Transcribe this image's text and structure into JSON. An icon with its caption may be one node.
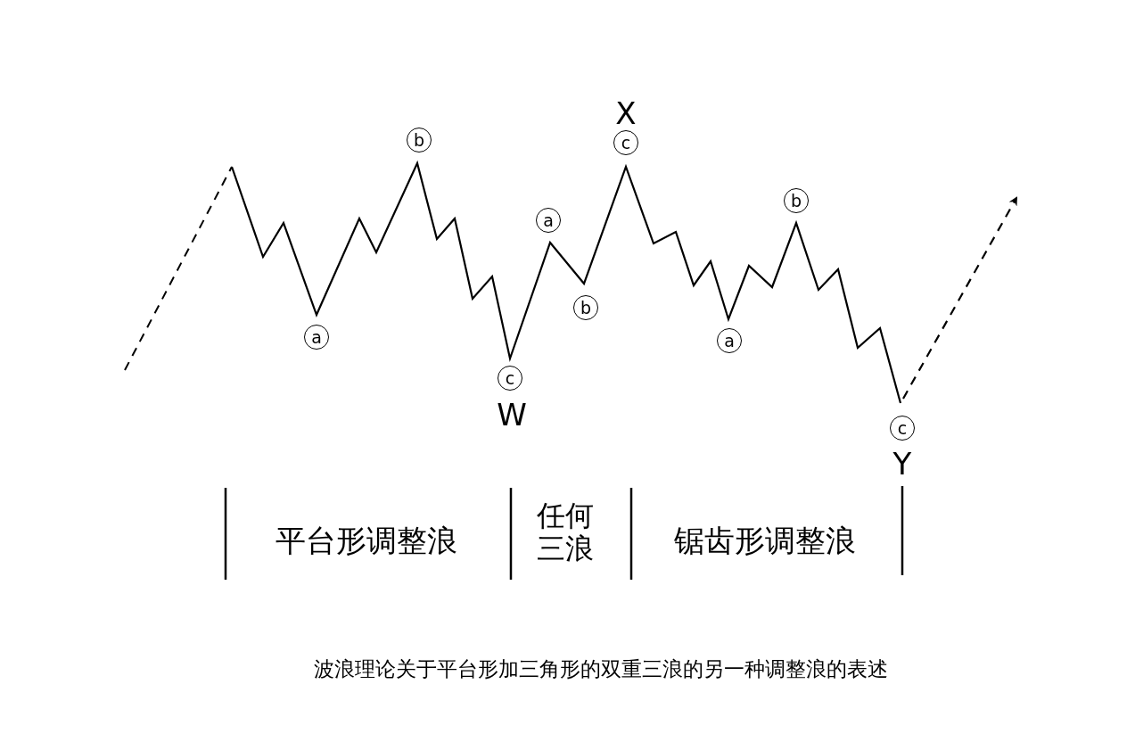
{
  "diagram": {
    "caption": "波浪理论关于平台形加三角形的双重三浪的另一种调整浪的表述",
    "nodes": [
      {
        "text": [
          "a"
        ]
      },
      {
        "text": [
          "b"
        ]
      },
      {
        "text": [
          "c"
        ]
      },
      {
        "text": [
          "a"
        ]
      },
      {
        "text": [
          "b"
        ]
      },
      {
        "text": [
          "c"
        ]
      },
      {
        "text": [
          "a"
        ]
      },
      {
        "text": [
          "b"
        ]
      },
      {
        "text": [
          "c"
        ]
      }
    ],
    "labels": [
      "X",
      "W",
      "Y",
      "平台形调整浪",
      "任何三浪",
      "锯齿形调整浪"
    ]
  }
}
